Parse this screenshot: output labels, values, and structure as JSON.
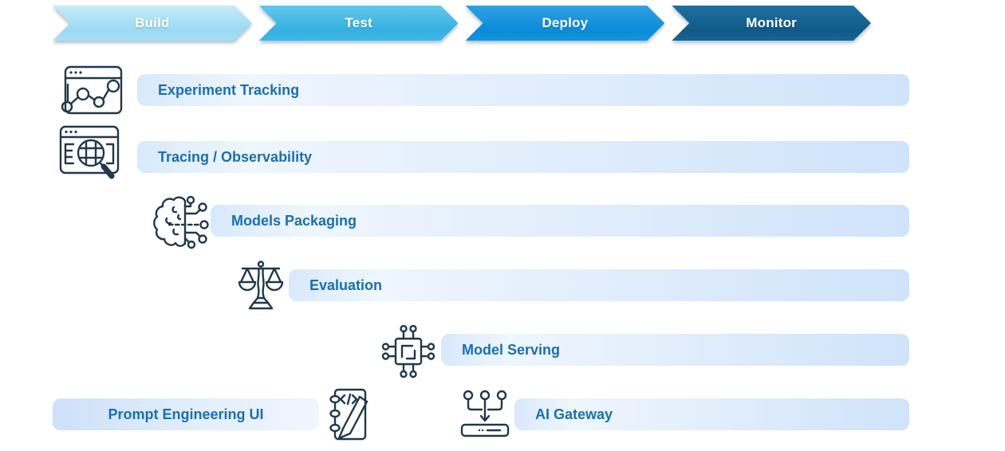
{
  "pipeline": {
    "stages": [
      {
        "label": "Build",
        "color": "#a6dff4",
        "icon": null
      },
      {
        "label": "Test",
        "color": "#41b7e5",
        "icon": null
      },
      {
        "label": "Deploy",
        "color": "#1493dd",
        "icon": null
      },
      {
        "label": "Monitor",
        "color": "#166496",
        "icon": null
      }
    ]
  },
  "features": [
    {
      "label": "Experiment Tracking",
      "icon": "browser-line-chart-icon"
    },
    {
      "label": "Tracing / Observability",
      "icon": "browser-magnifier-icon"
    },
    {
      "label": "Models Packaging",
      "icon": "brain-circuit-icon"
    },
    {
      "label": "Evaluation",
      "icon": "balance-scale-icon"
    },
    {
      "label": "Model Serving",
      "icon": "cpu-chip-icon"
    },
    {
      "label": "AI Gateway",
      "icon": "gateway-merge-icon"
    },
    {
      "label": "Prompt Engineering UI",
      "icon": "notebook-code-pencil-icon"
    }
  ],
  "colors": {
    "bar_gradient_left": "#d8e9fc",
    "bar_gradient_mid": "#eef6fe",
    "bar_gradient_right": "#cfe3fa",
    "bar_label_text": "#1a6fad",
    "icon_stroke": "#22384a",
    "stage_text": "#ffffff"
  }
}
